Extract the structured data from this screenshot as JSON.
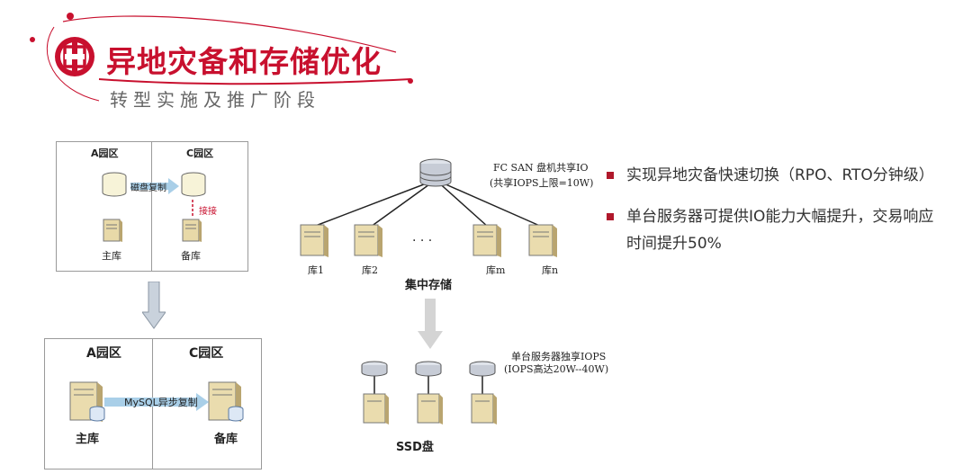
{
  "header": {
    "title": "异地灾备和存储优化",
    "subtitle": "转型实施及推广阶段",
    "brand_color": "#c8102e"
  },
  "diagram_top_left": {
    "zone_a": "A园区",
    "zone_c": "C园区",
    "replication_label": "磁盘复制",
    "takeover_label": "接接",
    "primary_label": "主库",
    "standby_label": "备库"
  },
  "diagram_bottom_left": {
    "zone_a": "A园区",
    "zone_c": "C园区",
    "replication_label": "MySQL异步复制",
    "primary_label": "主库",
    "standby_label": "备库"
  },
  "diagram_center": {
    "san_line1": "FC SAN 盘机共享IO",
    "san_line2": "(共享IOPS上限=10W)",
    "db1": "库1",
    "db2": "库2",
    "dbm": "库m",
    "dbn": "库n",
    "ellipsis": "· · ·",
    "centralized_label": "集中存储",
    "ssd_line1": "单台服务器独享IOPS",
    "ssd_line2": "(IOPS高达20W--40W)",
    "ssd_label": "SSD盘"
  },
  "bullets": [
    "实现异地灾备快速切换（RPO、RTO分钟级）",
    "单台服务器可提供IO能力大幅提升，交易响应",
    "时间提升50%"
  ]
}
